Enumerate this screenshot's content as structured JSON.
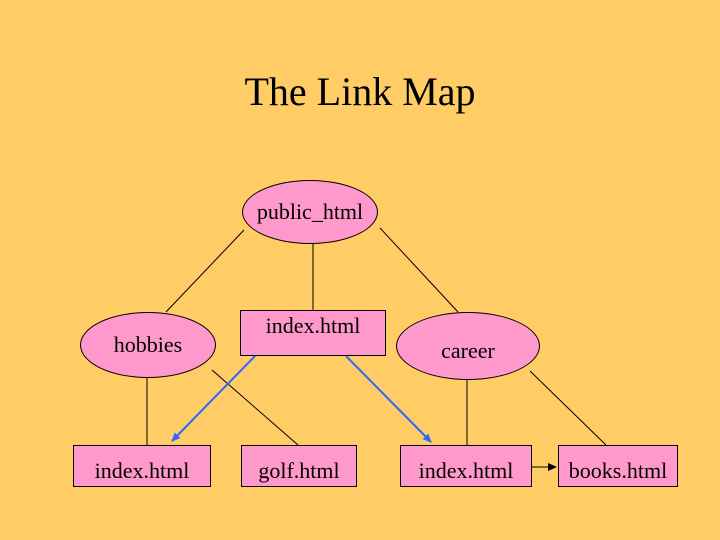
{
  "title": "The Link Map",
  "nodes": {
    "root": "public_html",
    "hobbies": "hobbies",
    "root_index": "index.html",
    "career": "career",
    "hobbies_index": "index.html",
    "golf": "golf.html",
    "career_index": "index.html",
    "books": "books.html"
  },
  "colors": {
    "background": "#FFCC66",
    "node_fill": "#FF99CC",
    "tree_line": "#000000",
    "link_arrow": "#3366FF"
  }
}
